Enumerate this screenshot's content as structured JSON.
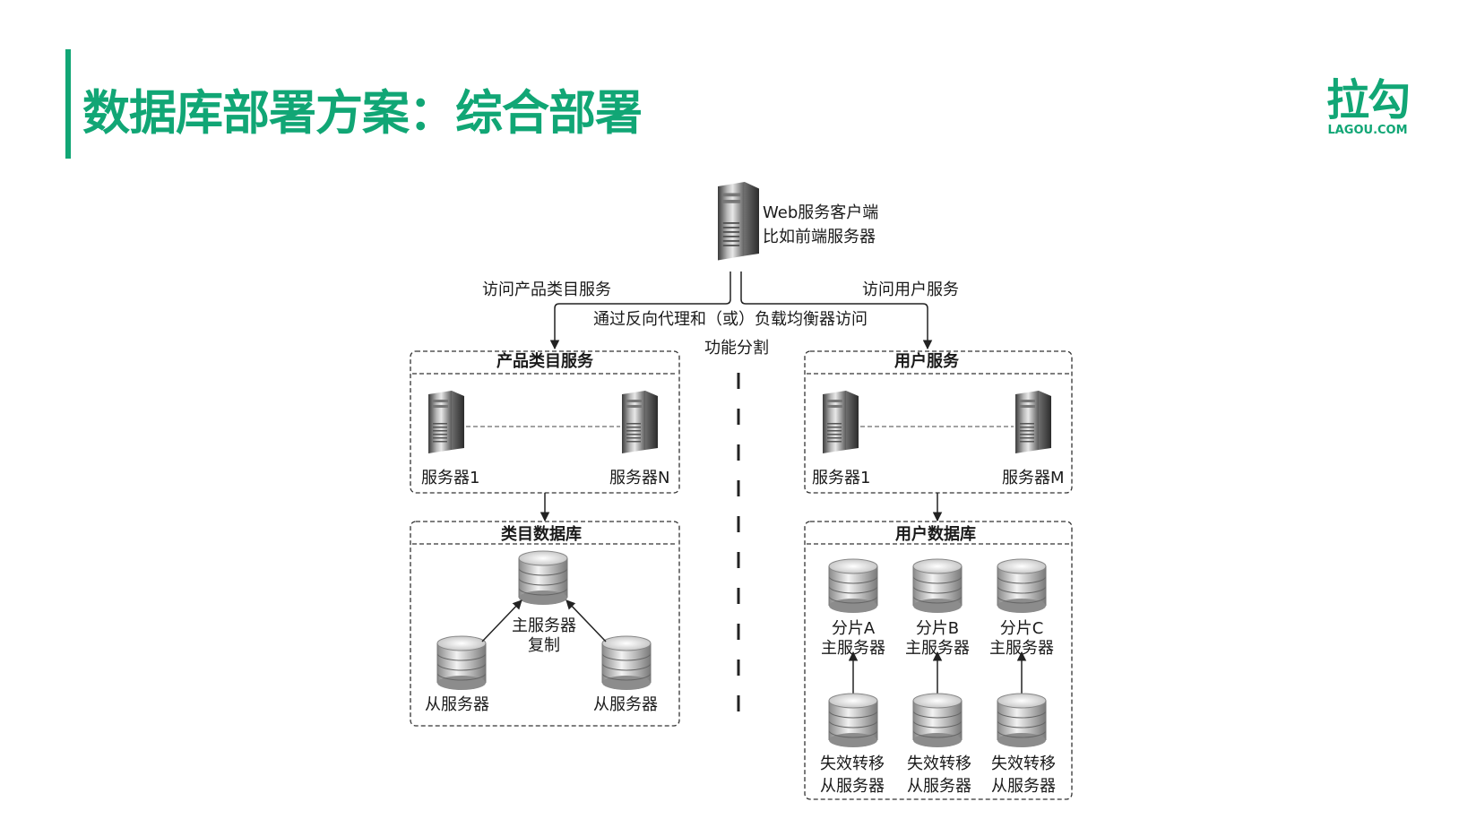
{
  "slide": {
    "title": "数据库部署方案：综合部署",
    "logo_main": "拉勾",
    "logo_sub": "LAGOU.COM",
    "accent_color": "#11a675"
  },
  "diagram": {
    "client_line1": "Web服务客户端",
    "client_line2": "比如前端服务器",
    "edge_left_label": "访问产品类目服务",
    "edge_right_label": "访问用户服务",
    "proxy_label": "通过反向代理和（或）负载均衡器访问",
    "split_label": "功能分割",
    "product_service": {
      "title": "产品类目服务",
      "server_first": "服务器1",
      "server_last": "服务器N"
    },
    "category_db": {
      "title": "类目数据库",
      "master_label": "主服务器",
      "replicate_label": "复制",
      "slave_left": "从服务器",
      "slave_right": "从服务器"
    },
    "user_service": {
      "title": "用户服务",
      "server_first": "服务器1",
      "server_last": "服务器M"
    },
    "user_db": {
      "title": "用户数据库",
      "shards": [
        {
          "name": "分片A",
          "master": "主服务器",
          "failover": "失效转移",
          "slave": "从服务器"
        },
        {
          "name": "分片B",
          "master": "主服务器",
          "failover": "失效转移",
          "slave": "从服务器"
        },
        {
          "name": "分片C",
          "master": "主服务器",
          "failover": "失效转移",
          "slave": "从服务器"
        }
      ]
    }
  }
}
